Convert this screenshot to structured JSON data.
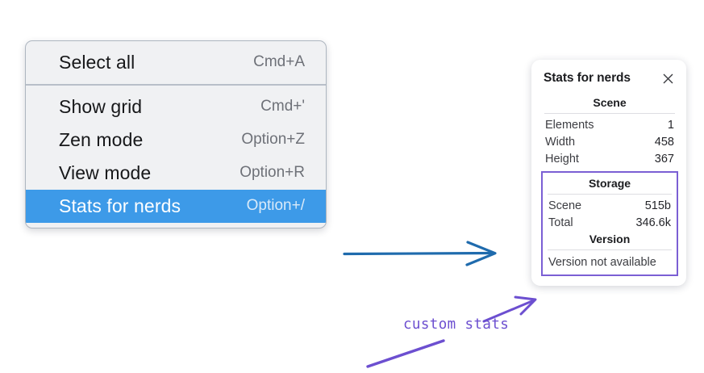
{
  "menu": {
    "groups": [
      {
        "items": [
          {
            "label": "Select all",
            "shortcut": "Cmd+A",
            "selected": false
          }
        ]
      },
      {
        "items": [
          {
            "label": "Show grid",
            "shortcut": "Cmd+'",
            "selected": false
          },
          {
            "label": "Zen mode",
            "shortcut": "Option+Z",
            "selected": false
          },
          {
            "label": "View mode",
            "shortcut": "Option+R",
            "selected": false
          },
          {
            "label": "Stats for nerds",
            "shortcut": "Option+/",
            "selected": true
          }
        ]
      }
    ]
  },
  "stats_panel": {
    "title": "Stats for nerds",
    "close_icon": "close-icon",
    "scene": {
      "heading": "Scene",
      "rows": [
        {
          "label": "Elements",
          "value": "1"
        },
        {
          "label": "Width",
          "value": "458"
        },
        {
          "label": "Height",
          "value": "367"
        }
      ]
    },
    "storage": {
      "heading": "Storage",
      "rows": [
        {
          "label": "Scene",
          "value": "515b"
        },
        {
          "label": "Total",
          "value": "346.6k"
        }
      ]
    },
    "version": {
      "heading": "Version",
      "note": "Version not available"
    }
  },
  "annotations": {
    "handwritten_label": "custom stats",
    "arrow_blue": "arrow-right-icon",
    "arrow_purple": "arrow-pointer-icon",
    "underline": "underline-stroke"
  },
  "colors": {
    "menu_background": "#f0f1f3",
    "menu_selected": "#3d9ae8",
    "shortcut_text": "#6e7178",
    "highlight_box": "#7b5fd4",
    "annotation_purple": "#6c4fd0",
    "arrow_blue": "#1f6bad",
    "page_background": "#ffffff"
  }
}
